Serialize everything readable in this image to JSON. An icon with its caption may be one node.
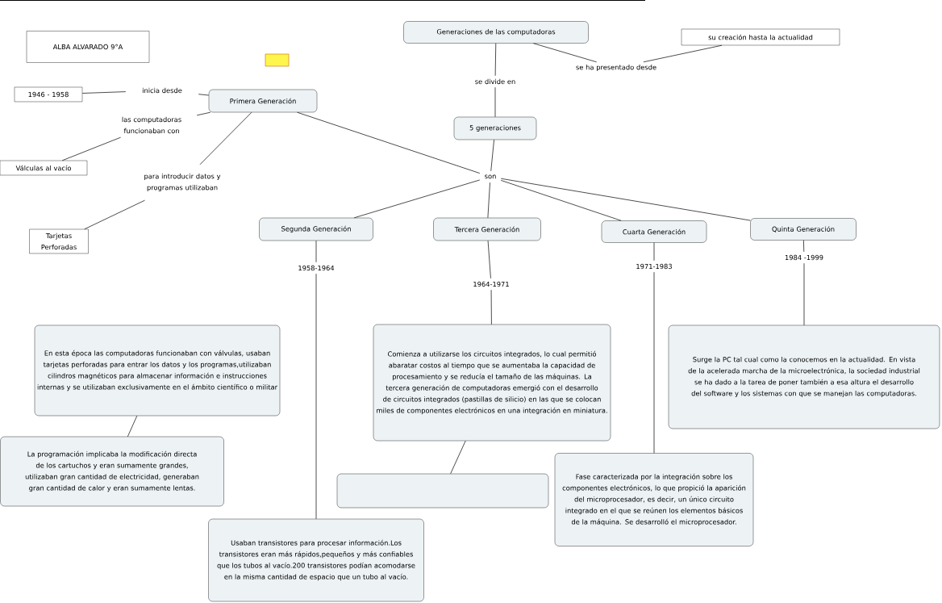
{
  "diagram": {
    "nodes": [
      {
        "text": [
          "Generaciones de las computadoras"
        ]
      },
      {
        "text": [
          "su creación hasta la actualidad"
        ]
      },
      {
        "text": [
          "ALBA ALVARADO 9°A"
        ]
      },
      {
        "text": [
          "Primera Generación"
        ]
      },
      {
        "text": [
          "5 generaciones"
        ]
      },
      {
        "text": [
          "1946 - 1958"
        ]
      },
      {
        "text": [
          "Válculas al vacío"
        ]
      },
      {
        "text": [
          "Tarjetas Perforadas"
        ]
      },
      {
        "text": [
          "Segunda Generación"
        ]
      },
      {
        "text": [
          "Tercera Generación"
        ]
      },
      {
        "text": [
          "Cuarta Generación"
        ]
      },
      {
        "text": [
          "Quinta Generación"
        ]
      },
      {
        "text": [
          "En esta época las computadoras funcionaban con válvulas, usaban tarjetas perforadas para entrar los datos y los programas,utilizaban cilindros magnéticos para almacenar información e instrucciones internas y se utilizaban exclusivamente en el ámbito científico o militar"
        ]
      },
      {
        "text": [
          "Comienza a utilizarse los circuitos integrados, lo cual permitió abaratar costos al tiempo que se aumentaba la capacidad de procesamiento y se reducía el tamaño de las máquinas. La tercera generación de computadoras emergió con el desarrollo de circuitos integrados (pastillas de silicio) en las que se colocan miles de componentes electrónicos en una integración en miniatura."
        ]
      },
      {
        "text": [
          "Surge la PC tal cual como la conocemos en la actualidad. En vista de la acelerada marcha de la microelectrónica, la sociedad industrial se ha dado a la tarea de poner también a esa altura el desarrollo del software y los sistemas con que se manejan las computadoras."
        ]
      },
      {
        "text": [
          "La programación implicaba la modificación directa de los cartuchos y eran sumamente grandes, utilizaban gran cantidad de electricidad, generaban gran cantidad de calor y eran sumamente lentas."
        ]
      },
      {
        "text": [],
        "shape": "box"
      },
      {
        "text": [
          "Fase caracterizada por la integración sobre los componentes electrónicos, lo que propició la aparición del microprocesador, es decir, un único circuito integrado en el que se reúnen los elementos básicos de la máquina. Se desarrolló el microprocesador."
        ]
      },
      {
        "text": [
          "Usaban transistores para procesar información.Los transistores eran más rápidos,pequeños y más confiables que los tubos al vacío.200 transistores podían acomodarse en la misma cantidad de espacio que un tubo al vacío."
        ]
      },
      {
        "text": [
          "se ha presentado desde"
        ]
      },
      {
        "text": [
          "se divide en"
        ]
      },
      {
        "text": [
          "inicia desde"
        ]
      },
      {
        "text": [
          "las computadoras funcionaban con"
        ]
      },
      {
        "text": [
          "para introducir datos y programas utilizaban"
        ]
      },
      {
        "text": [
          "son"
        ]
      },
      {
        "text": [
          "1958-1964"
        ]
      },
      {
        "text": [
          "1964-1971"
        ]
      },
      {
        "text": [
          "1971-1983"
        ]
      },
      {
        "text": [
          "1984 -1999"
        ]
      }
    ],
    "edges": [
      {
        "from": 0,
        "to": 19,
        "arrow": "none"
      },
      {
        "from": 19,
        "to": 1,
        "arrow": "none"
      },
      {
        "from": 0,
        "to": 20,
        "arrow": "none"
      },
      {
        "from": 20,
        "to": 4,
        "arrow": "none"
      },
      {
        "from": 3,
        "to": 21,
        "arrow": "none"
      },
      {
        "from": 21,
        "to": 5,
        "arrow": "none"
      },
      {
        "from": 3,
        "to": 22,
        "arrow": "none"
      },
      {
        "from": 22,
        "to": 6,
        "arrow": "none"
      },
      {
        "from": 3,
        "to": 23,
        "arrow": "none"
      },
      {
        "from": 23,
        "to": 7,
        "arrow": "none"
      },
      {
        "from": 3,
        "to": 24,
        "arrow": "none"
      },
      {
        "from": 4,
        "to": 24,
        "arrow": "none"
      },
      {
        "from": 24,
        "to": 8,
        "arrow": "none"
      },
      {
        "from": 24,
        "to": 9,
        "arrow": "none"
      },
      {
        "from": 24,
        "to": 10,
        "arrow": "none"
      },
      {
        "from": 24,
        "to": 11,
        "arrow": "none"
      },
      {
        "from": 8,
        "to": 25,
        "arrow": "none"
      },
      {
        "from": 25,
        "to": 18,
        "arrow": "none"
      },
      {
        "from": 9,
        "to": 26,
        "arrow": "none"
      },
      {
        "from": 26,
        "to": 13,
        "arrow": "none"
      },
      {
        "from": 10,
        "to": 27,
        "arrow": "none"
      },
      {
        "from": 27,
        "to": 17,
        "arrow": "none"
      },
      {
        "from": 11,
        "to": 28,
        "arrow": "none"
      },
      {
        "from": 28,
        "to": 14,
        "arrow": "none"
      },
      {
        "from": 12,
        "to": 15,
        "arrow": "none"
      },
      {
        "from": 13,
        "to": 16,
        "arrow": "none"
      }
    ]
  }
}
